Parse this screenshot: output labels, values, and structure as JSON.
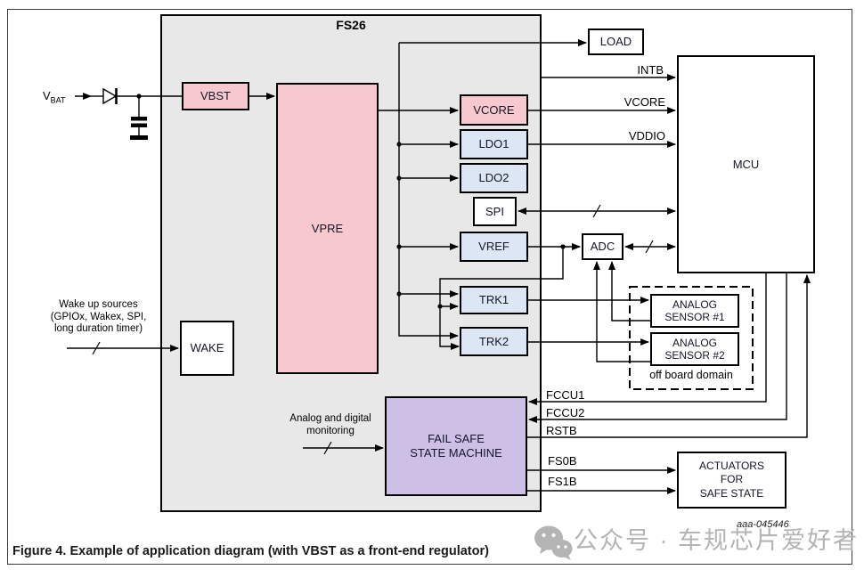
{
  "figure": {
    "caption": "Figure 4.  Example of application diagram (with VBST as a front-end regulator)",
    "drawing_id": "aaa-045446",
    "watermark_text": "公众号 · 车规芯片爱好者"
  },
  "chip": {
    "name": "FS26"
  },
  "blocks": {
    "vbst": "VBST",
    "vpre": "VPRE",
    "wake": "WAKE",
    "vcore": "VCORE",
    "ldo1": "LDO1",
    "ldo2": "LDO2",
    "spi": "SPI",
    "vref": "VREF",
    "trk1": "TRK1",
    "trk2": "TRK2",
    "fail_safe": "FAIL SAFE\nSTATE MACHINE",
    "load": "LOAD",
    "mcu": "MCU",
    "adc": "ADC",
    "sensor1": "ANALOG\nSENSOR #1",
    "sensor2": "ANALOG\nSENSOR #2",
    "actuators": "ACTUATORS\nFOR\nSAFE STATE",
    "off_board_domain": "off board domain"
  },
  "signals": {
    "intb": "INTB",
    "vcore": "VCORE",
    "vddio": "VDDIO",
    "fccu1": "FCCU1",
    "fccu2": "FCCU2",
    "rstb": "RSTB",
    "fs0b": "FS0B",
    "fs1b": "FS1B"
  },
  "annotations": {
    "vbat_prefix": "V",
    "vbat_sub": "BAT",
    "wake_up_sources": "Wake up sources\n(GPIOx, Wakex, SPI,\nlong duration timer)",
    "monitoring": "Analog and digital\nmonitoring"
  },
  "colors": {
    "regulator_pink": "#f7c9ce",
    "ldo_blue": "#dce6f4",
    "fail_safe_purple": "#cebfe6",
    "chip_gray": "#e8e8e8",
    "watermark_gray": "#b4b4b4"
  }
}
